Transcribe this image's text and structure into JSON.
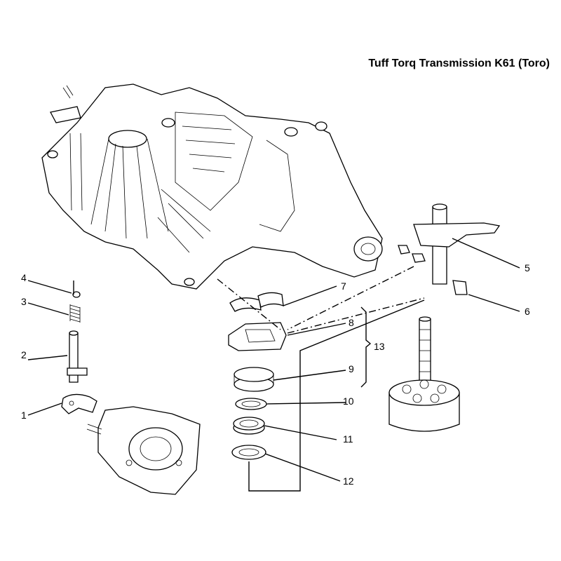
{
  "title": "Tuff Torq Transmission K61 (Toro)",
  "callouts": [
    {
      "id": "1",
      "label": "1"
    },
    {
      "id": "2",
      "label": "2"
    },
    {
      "id": "3",
      "label": "3"
    },
    {
      "id": "4",
      "label": "4"
    },
    {
      "id": "5",
      "label": "5"
    },
    {
      "id": "6",
      "label": "6"
    },
    {
      "id": "7",
      "label": "7"
    },
    {
      "id": "8",
      "label": "8"
    },
    {
      "id": "9",
      "label": "9"
    },
    {
      "id": "10",
      "label": "10"
    },
    {
      "id": "11",
      "label": "11"
    },
    {
      "id": "12",
      "label": "12"
    },
    {
      "id": "13",
      "label": "13"
    }
  ]
}
